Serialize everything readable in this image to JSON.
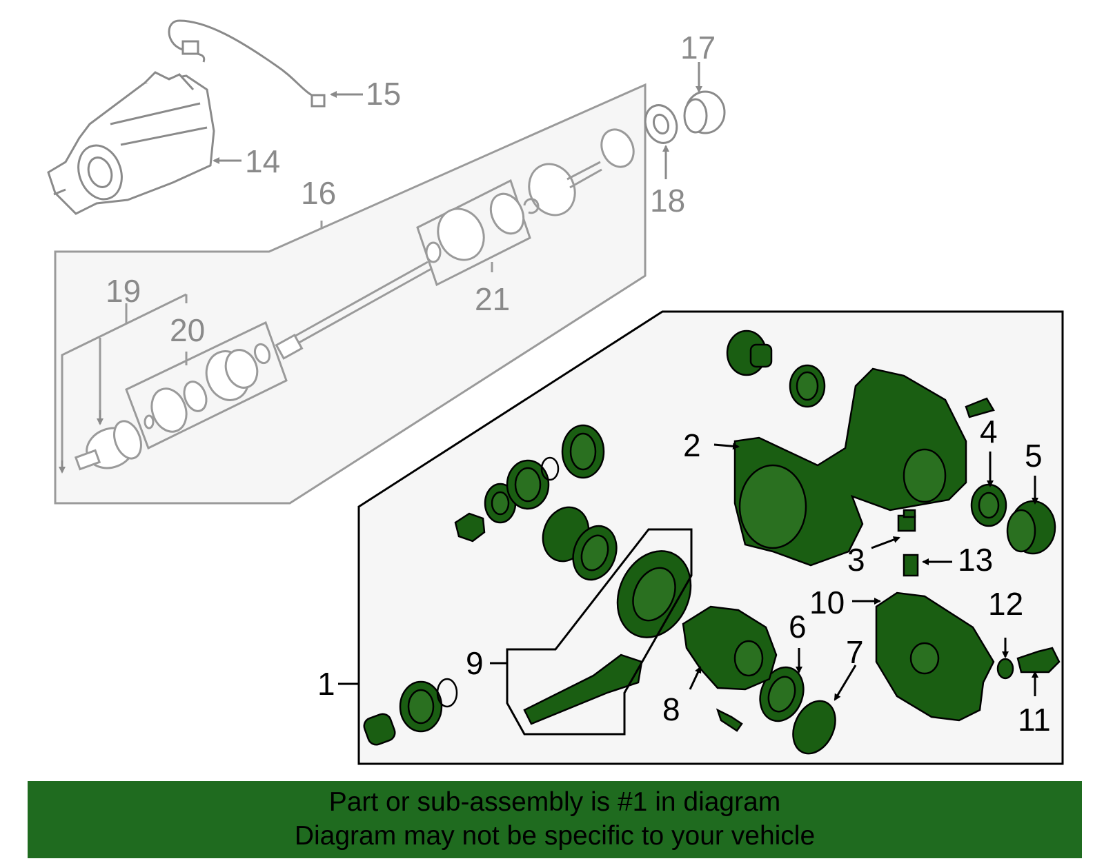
{
  "callouts": {
    "c1": "1",
    "c2": "2",
    "c3": "3",
    "c4": "4",
    "c5": "5",
    "c6": "6",
    "c7": "7",
    "c8": "8",
    "c9": "9",
    "c10": "10",
    "c11": "11",
    "c12": "12",
    "c13": "13",
    "c14": "14",
    "c15": "15",
    "c16": "16",
    "c17": "17",
    "c18": "18",
    "c19": "19",
    "c20": "20",
    "c21": "21"
  },
  "banner": {
    "line1": "Part or sub-assembly is #1 in diagram",
    "line2": "Diagram may not be specific to your vehicle"
  },
  "colors": {
    "highlight_green": "#1a5e12",
    "banner_green": "#1f6b1f",
    "gray_lines": "#9a9a9a",
    "panel_fill": "#f6f6f6"
  }
}
